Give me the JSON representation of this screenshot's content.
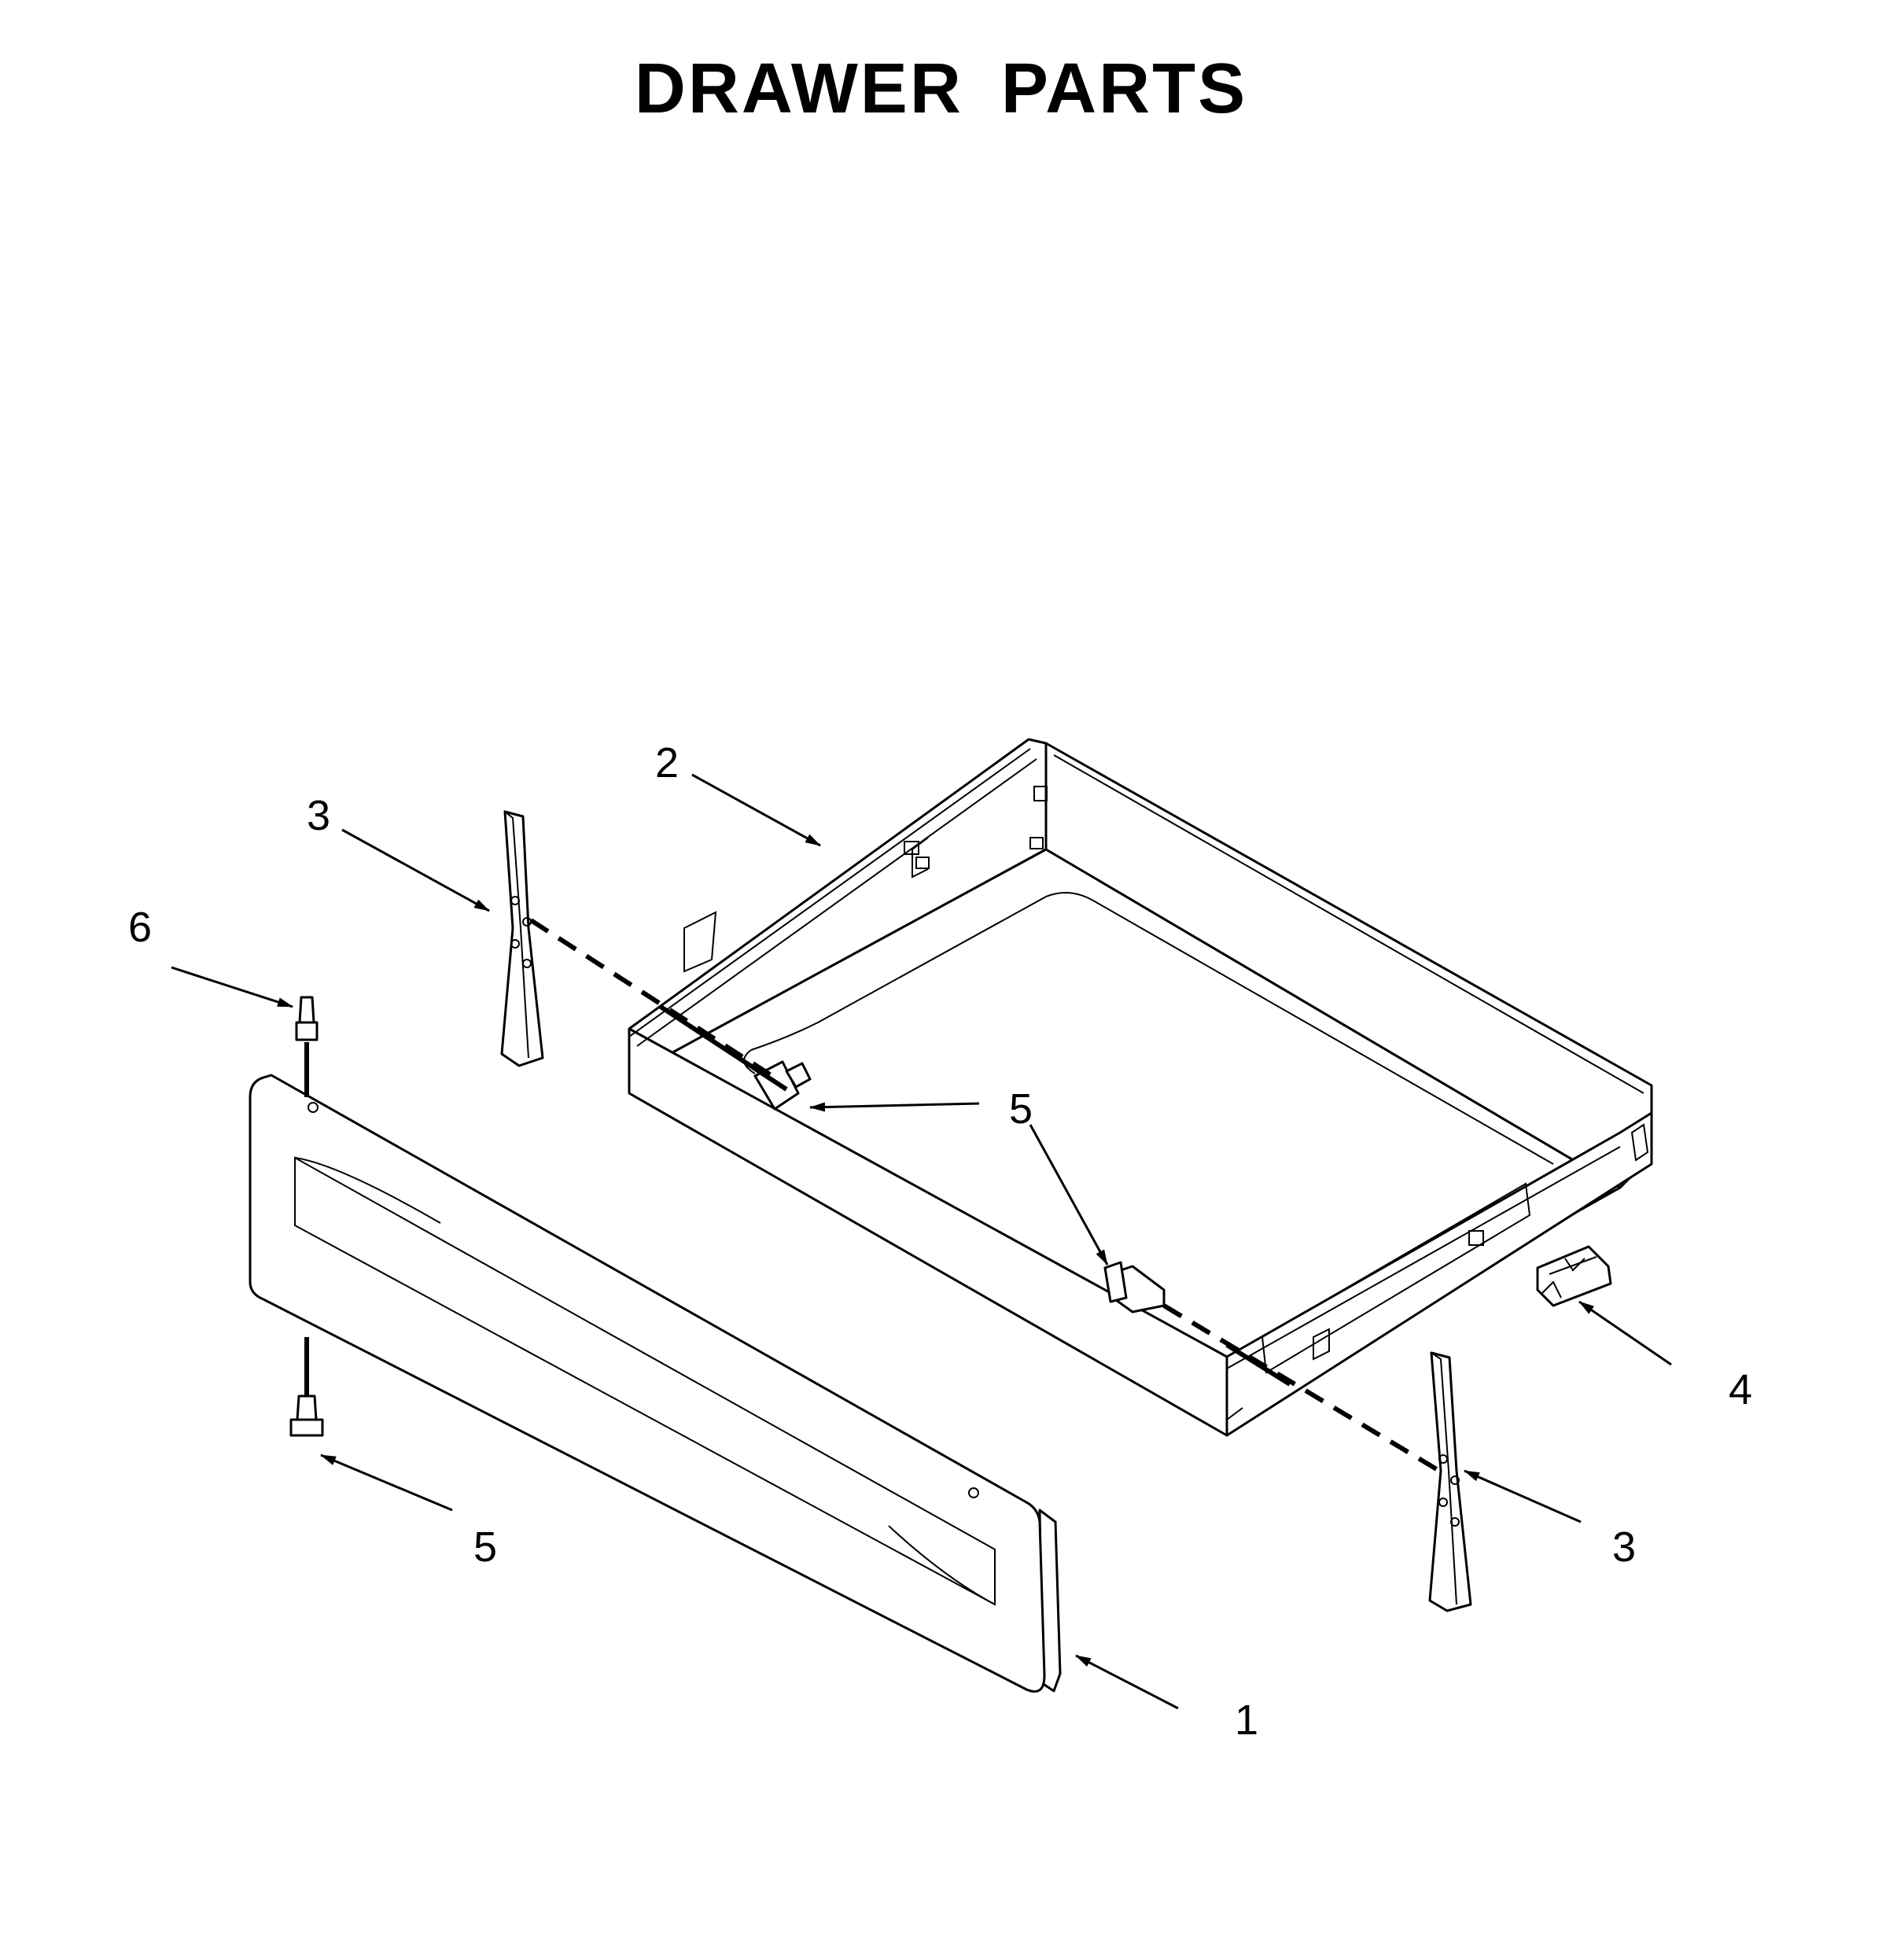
{
  "title": "DRAWER PARTS",
  "callouts": [
    {
      "id": "c1",
      "label": "1"
    },
    {
      "id": "c2",
      "label": "2"
    },
    {
      "id": "c3a",
      "label": "3"
    },
    {
      "id": "c3b",
      "label": "3"
    },
    {
      "id": "c4",
      "label": "4"
    },
    {
      "id": "c5a",
      "label": "5"
    },
    {
      "id": "c5b",
      "label": "5"
    },
    {
      "id": "c5c",
      "label": "5"
    },
    {
      "id": "c6",
      "label": "6"
    }
  ],
  "colors": {
    "line": "#000000",
    "background": "#ffffff"
  }
}
